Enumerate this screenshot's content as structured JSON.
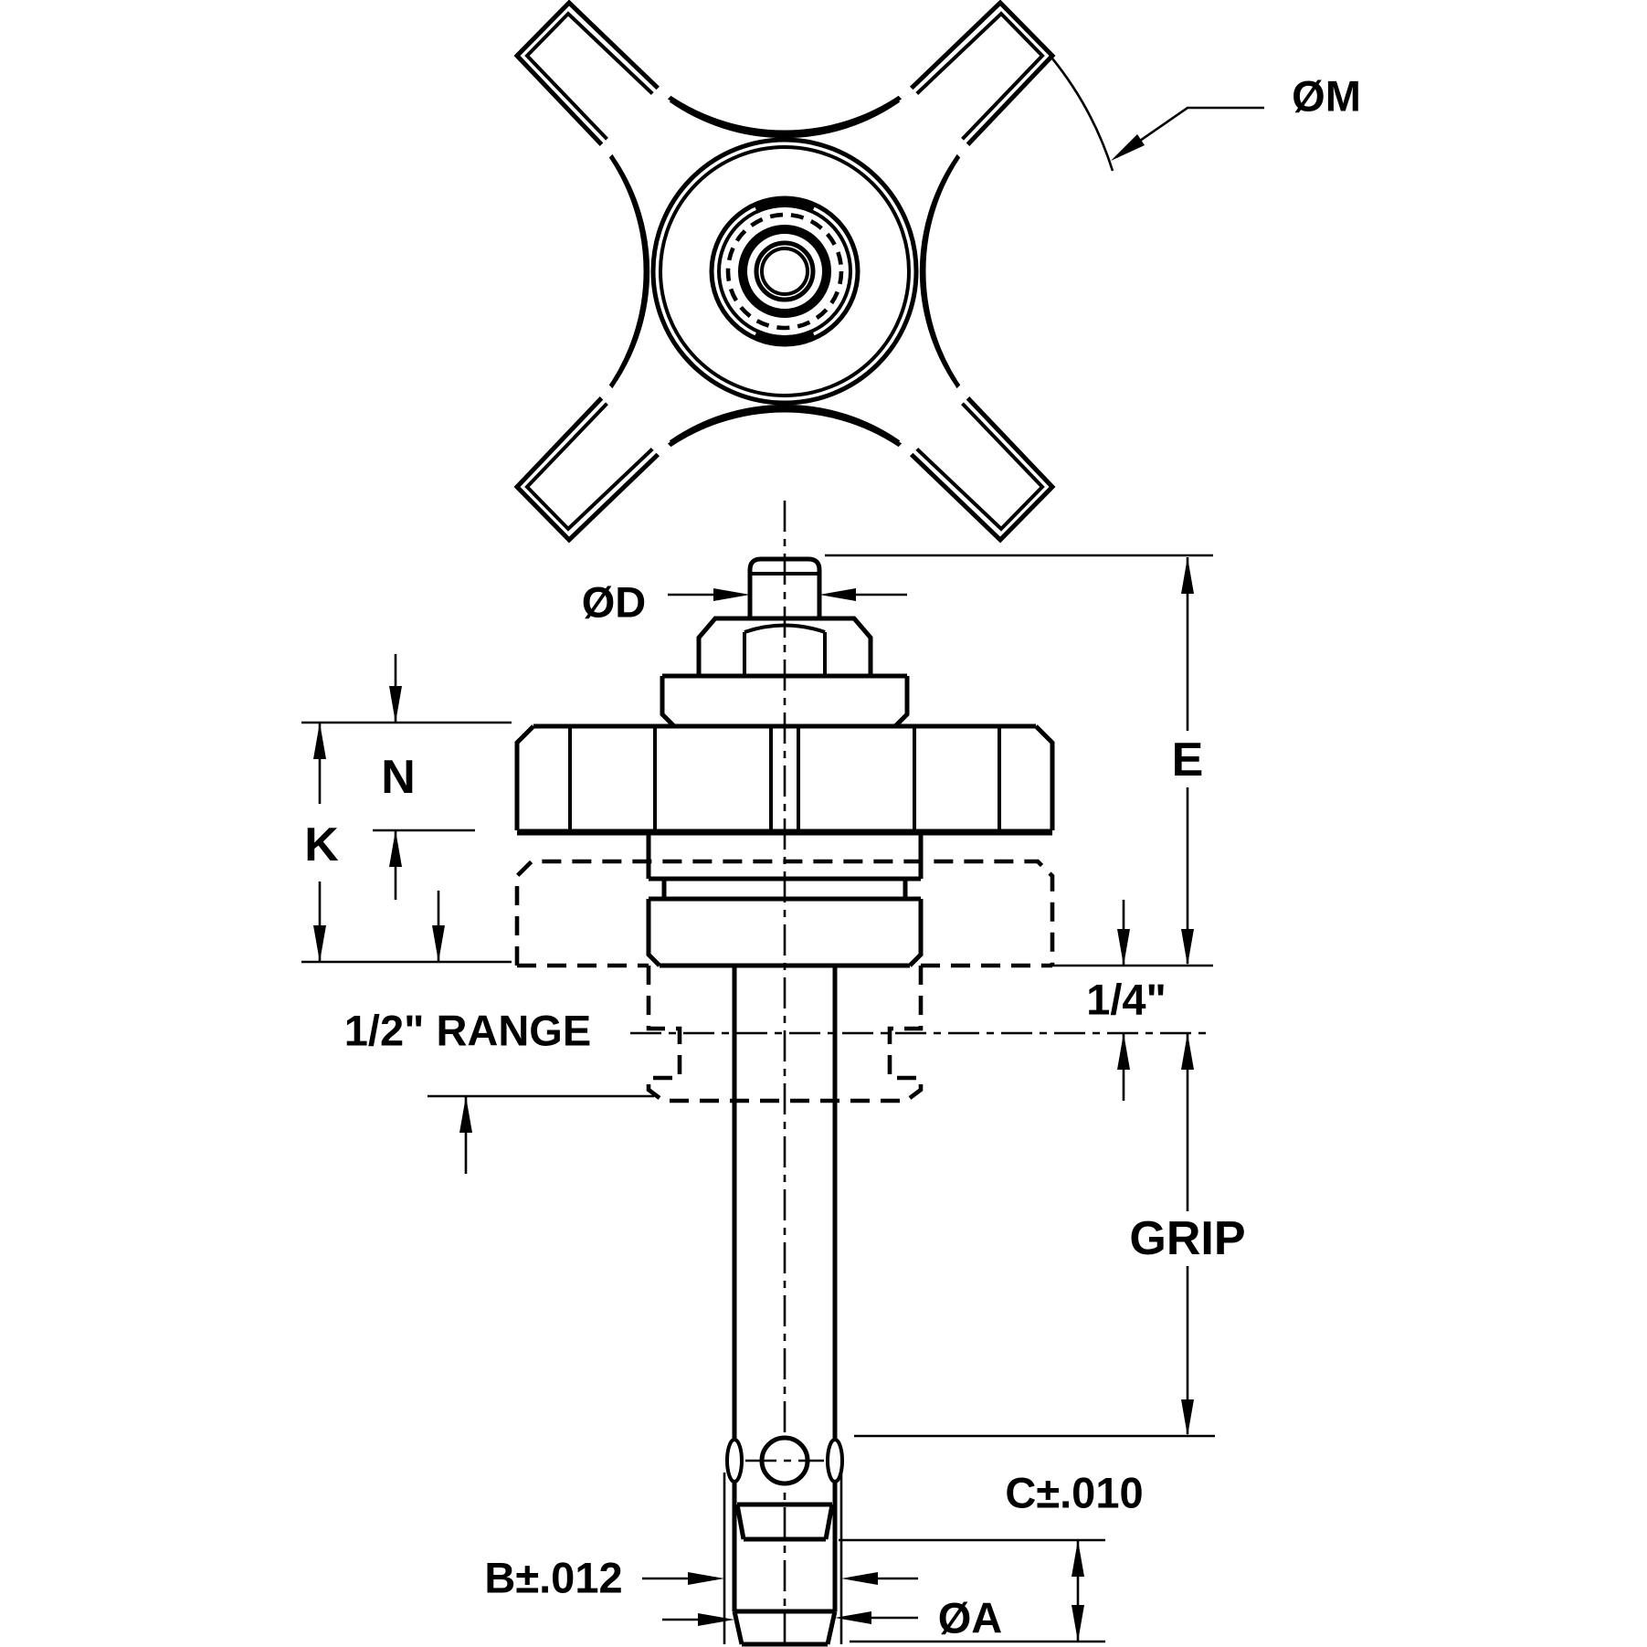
{
  "meta": {
    "bg_color": "#ffffff",
    "line_color": "#000000",
    "drawing_kind": "engineering dimension drawing, top view and front section of hand-knob ball pin"
  },
  "labels": {
    "phi_m": "ØM",
    "phi_d": "ØD",
    "e": "E",
    "n": "N",
    "k": "K",
    "half_range": "1/2\" RANGE",
    "quarter": "1/4\"",
    "grip": "GRIP",
    "c_tol": "C±.010",
    "b_tol": "B±.012",
    "phi_a": "ØA"
  }
}
